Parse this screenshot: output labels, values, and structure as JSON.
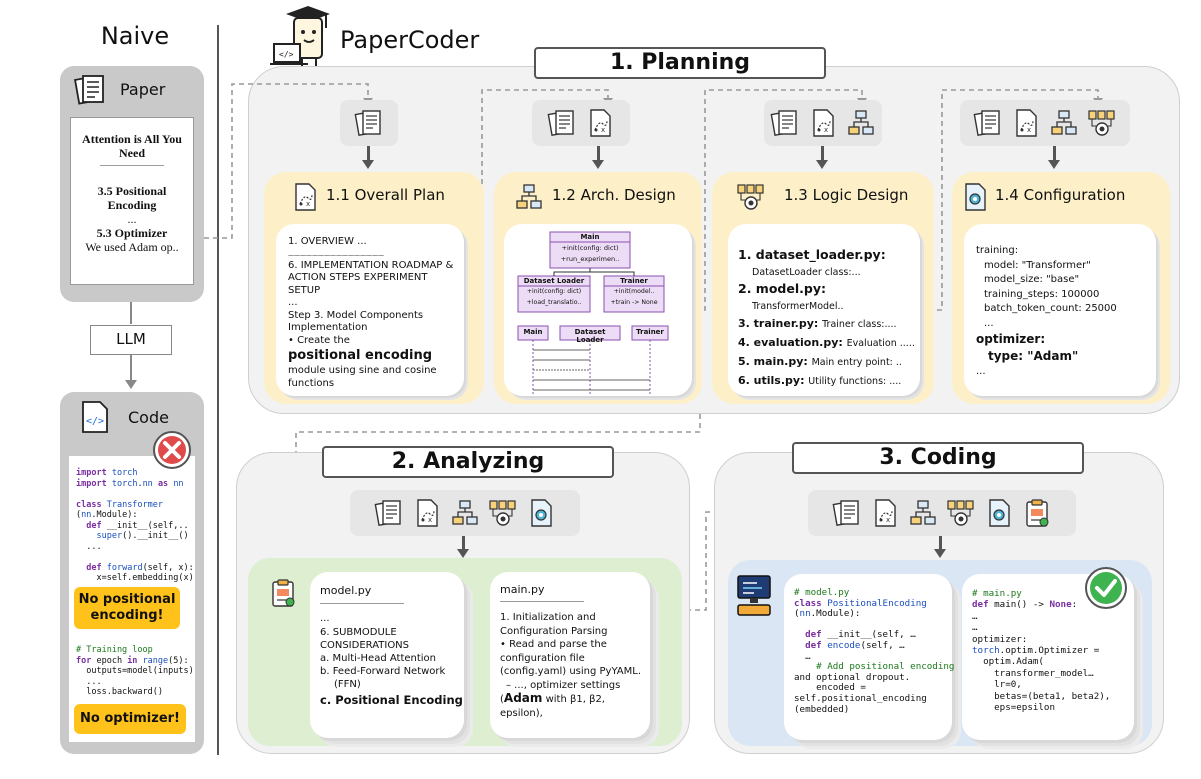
{
  "naive": {
    "title": "Naive",
    "paper_label": "Paper",
    "paper_doc": {
      "title": "Attention is All You Need",
      "separator": "————————",
      "s1": "3.5 Positional Encoding",
      "dots": "...",
      "s2": "5.3 Optimizer",
      "line": "We used Adam op.."
    },
    "llm_label": "LLM",
    "code_label": "Code",
    "code_lines": [
      "import torch",
      "import torch.nn as nn",
      "",
      "class Transformer",
      "(nn.Module):",
      "  def __init__(self,..",
      "    super().__init__()",
      "  ...",
      "",
      "  def forward(self, x):",
      "    x=self.embedding(x)"
    ],
    "warn1": "No positional encoding!",
    "code_lines2": [
      "# Training loop",
      "for epoch in range(5):",
      "  outputs=model(inputs)",
      "  ...",
      "  loss.backward()"
    ],
    "warn2": "No optimizer!"
  },
  "brand": "PaperCoder",
  "planning": {
    "title": "1. Planning",
    "overall": {
      "title": "1.1 Overall Plan",
      "l1": "1. OVERVIEW ...",
      "l2": "————————————————",
      "l3": "6. IMPLEMENTATION ROADMAP & ACTION STEPS EXPERIMENT SETUP",
      "l4": "...",
      "l5": "Step 3. Model Components Implementation",
      "l6": "• Create the",
      "l7": "positional encoding",
      "l8": "module using sine and cosine functions"
    },
    "arch": {
      "title": "1.2 Arch. Design",
      "main": "Main",
      "main_m1": "+init(config: dict)",
      "main_m2": "+run_experimen..",
      "ds": "Dataset Loader",
      "ds_m1": "+init(config: dict)",
      "ds_m2": "+load_translatio..",
      "tr": "Trainer",
      "tr_m1": "+init(model..",
      "tr_m2": "+train -> None",
      "seq_main": "Main",
      "seq_ds": "Dataset Loader",
      "seq_tr": "Trainer"
    },
    "logic": {
      "title": "1.3 Logic Design",
      "items": [
        {
          "file": "1. dataset_loader.py:",
          "desc": "DatasetLoader class:..."
        },
        {
          "file": "2. model.py:",
          "desc": "TransformerModel.."
        },
        {
          "file": "3. trainer.py:",
          "desc": "Trainer class:...."
        },
        {
          "file": "4. evaluation.py:",
          "desc": "Evaluation ....."
        },
        {
          "file": "5. main.py:",
          "desc": "Main entry point: .."
        },
        {
          "file": "6. utils.py:",
          "desc": "Utility functions: ...."
        }
      ]
    },
    "config": {
      "title": "1.4 Configuration",
      "l1": "training:",
      "l2": "model: \"Transformer\"",
      "l3": "model_size: \"base\"",
      "l4": "training_steps: 100000",
      "l5": "batch_token_count: 25000",
      "l6": "...",
      "l7": "optimizer:",
      "l8": "type: \"Adam\"",
      "l9": "..."
    }
  },
  "analyzing": {
    "title": "2. Analyzing",
    "model_file": "model.py",
    "model_sep": "——————————————",
    "model_l1": "...",
    "model_l2": "6. SUBMODULE CONSIDERATIONS",
    "model_a": "a.  Multi-Head Attention",
    "model_b": "b.  Feed-Forward Network (FFN)",
    "model_c": "c.  Positional Encoding",
    "main_file": "main.py",
    "main_sep": "——————————————",
    "main_l1": "1. Initialization and Configuration Parsing",
    "main_l2": "• Read and parse the configuration file (config.yaml) using PyYAML.",
    "main_l3": "– ..., optimizer settings",
    "main_l4a": "Adam",
    "main_l4b": " with β1, β2, epsilon),",
    "main_l4pre": "("
  },
  "coding": {
    "title": "3. Coding",
    "model_code": [
      "# model.py",
      "class PositionalEncoding",
      "(nn.Module):",
      "",
      "  def __init__(self, …",
      "  def encode(self, …",
      "  …",
      "    # Add positional encoding",
      "and optional dropout.",
      "    encoded =",
      "self.positional_encoding",
      "(embedded)"
    ],
    "main_code": [
      "# main.py",
      "def main() -> None:",
      "…",
      "…",
      "optimizer:",
      "torch.optim.Optimizer =",
      "  optim.Adam(",
      "    transformer_model…",
      "    lr=0,",
      "    betas=(beta1, beta2),",
      "    eps=epsilon"
    ]
  },
  "colors": {
    "planning_box": "#fdf0c9",
    "analyzing_box": "#deeed1",
    "coding_box": "#dbe6f4",
    "warn": "#ffc21a",
    "cross": "#e04a4a",
    "check": "#3fb34f"
  }
}
